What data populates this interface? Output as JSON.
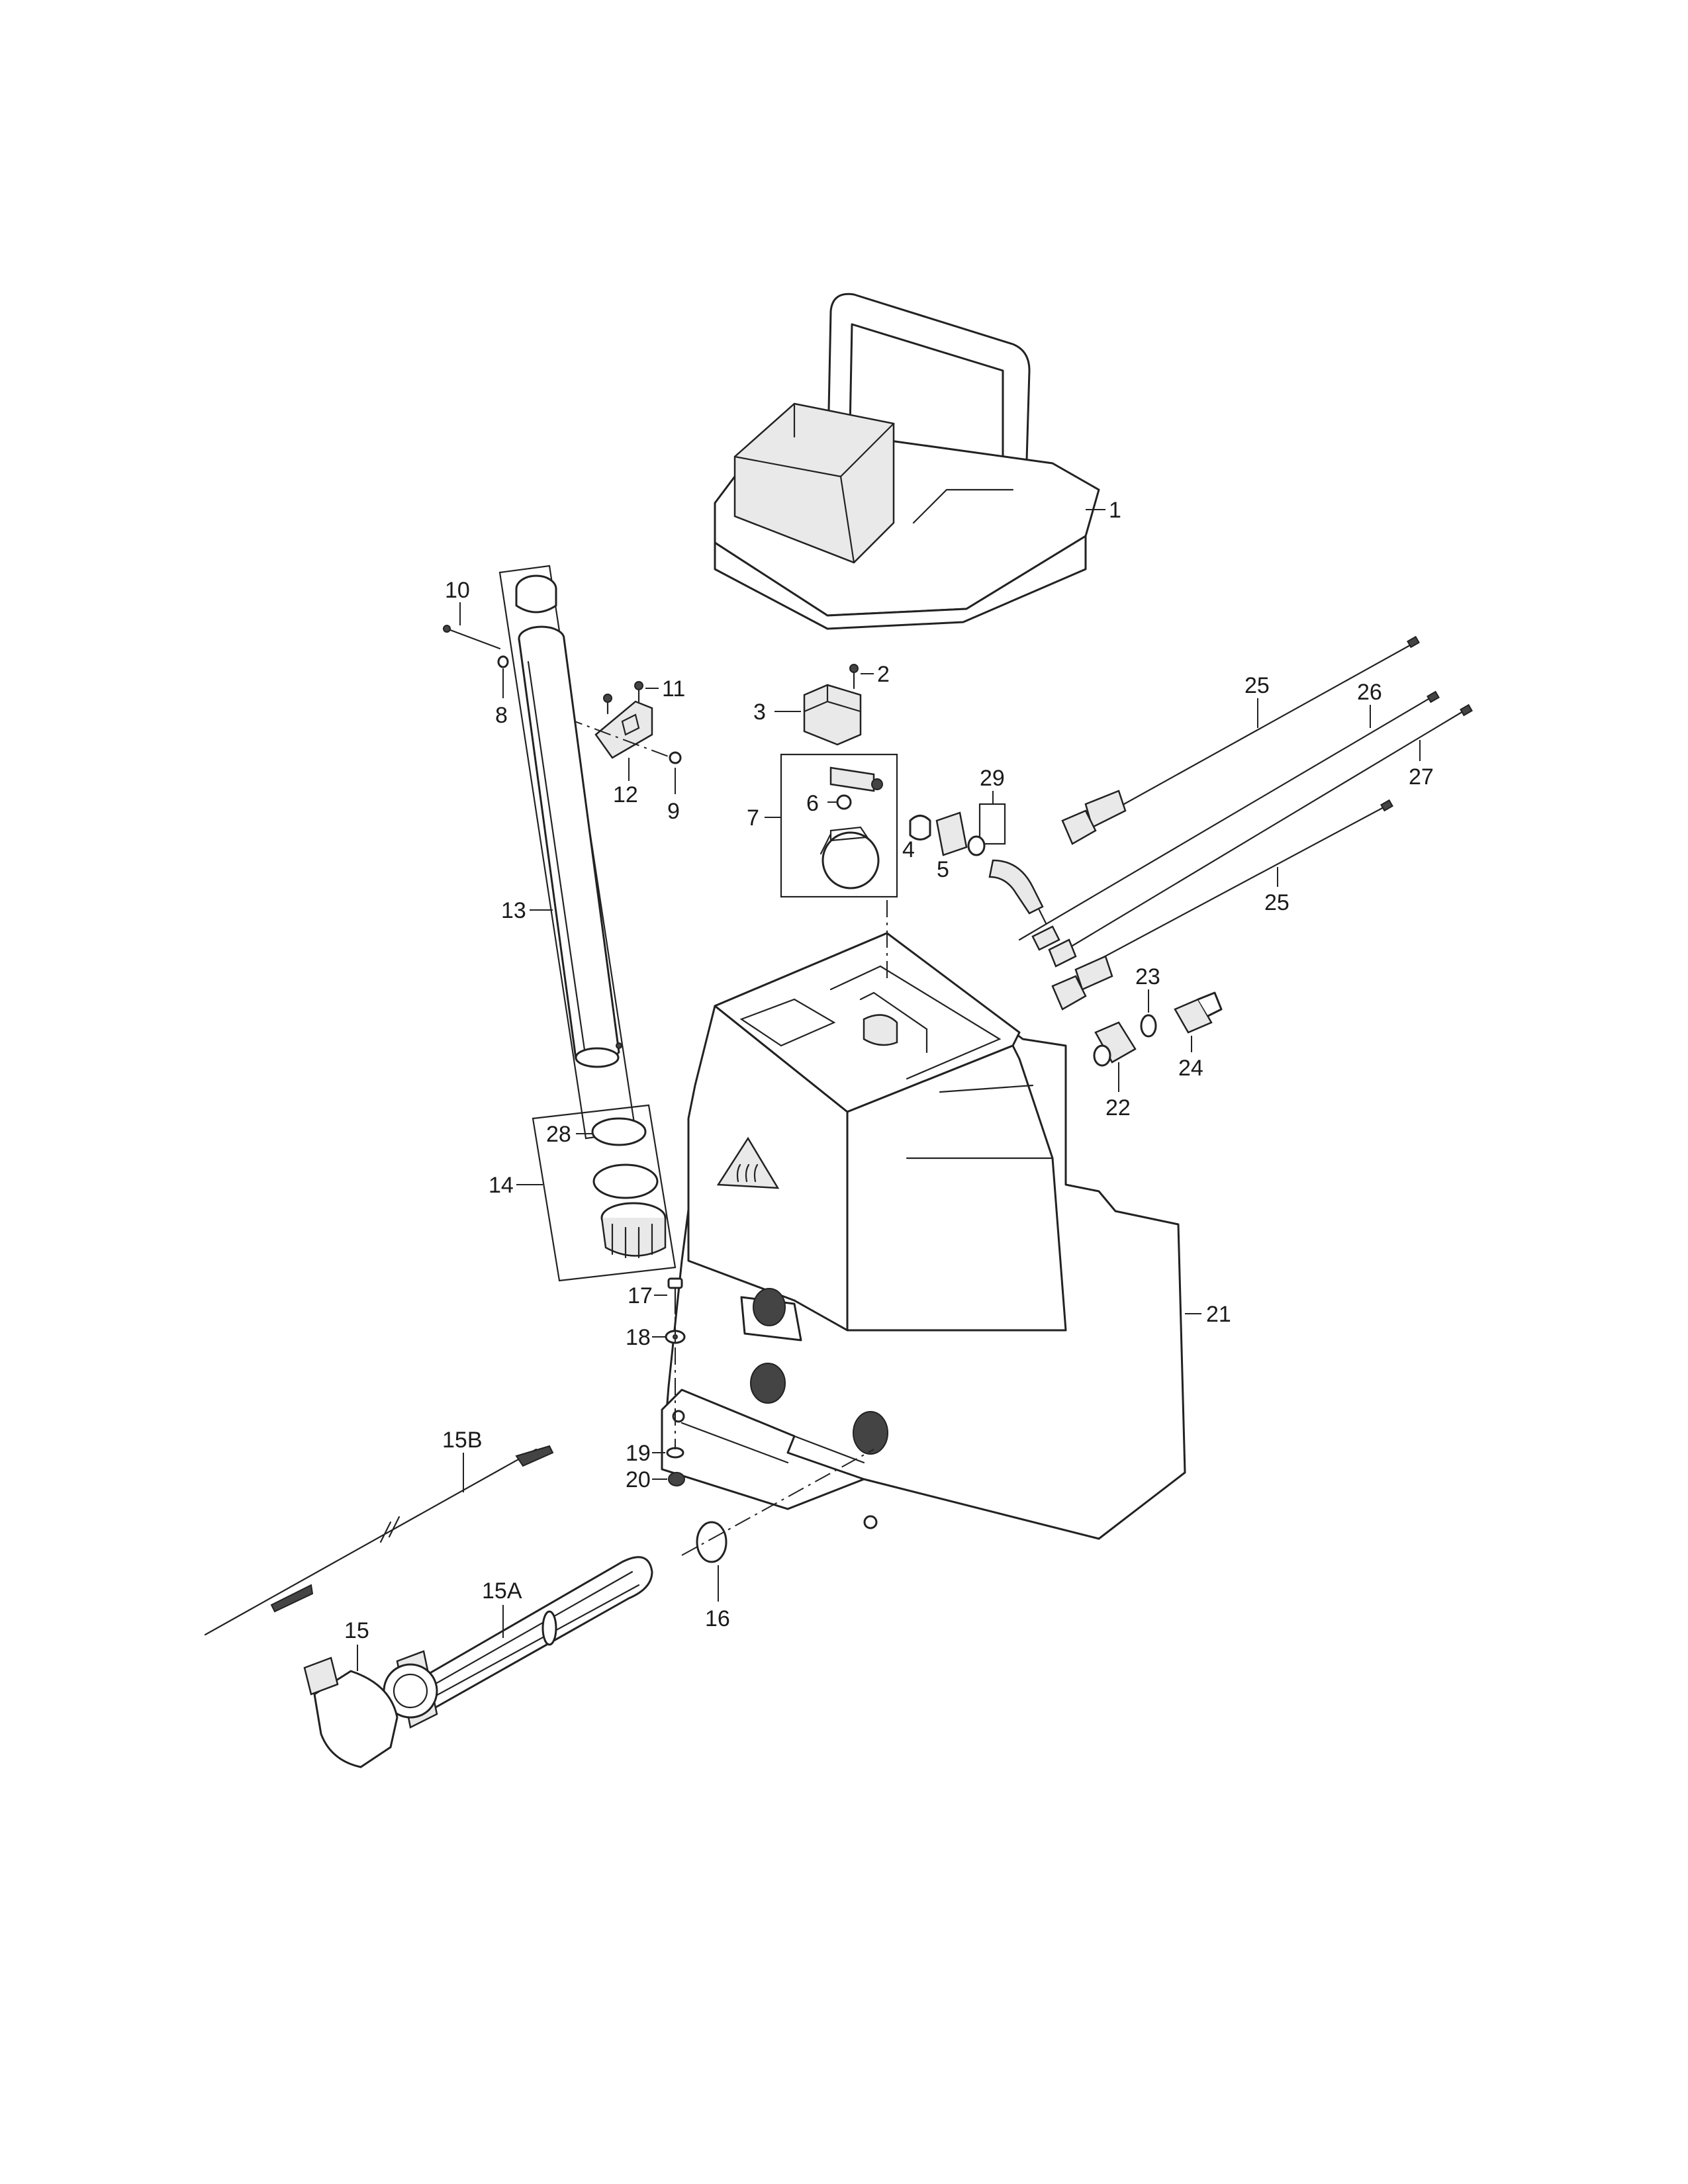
{
  "callouts": [
    {
      "id": "c1",
      "text": "1"
    },
    {
      "id": "c2",
      "text": "2"
    },
    {
      "id": "c3",
      "text": "3"
    },
    {
      "id": "c4",
      "text": "4"
    },
    {
      "id": "c5",
      "text": "5"
    },
    {
      "id": "c6",
      "text": "6"
    },
    {
      "id": "c7",
      "text": "7"
    },
    {
      "id": "c8",
      "text": "8"
    },
    {
      "id": "c9",
      "text": "9"
    },
    {
      "id": "c10",
      "text": "10"
    },
    {
      "id": "c11",
      "text": "11"
    },
    {
      "id": "c12",
      "text": "12"
    },
    {
      "id": "c13",
      "text": "13"
    },
    {
      "id": "c14",
      "text": "14"
    },
    {
      "id": "c15",
      "text": "15"
    },
    {
      "id": "c15a",
      "text": "15A"
    },
    {
      "id": "c15b",
      "text": "15B"
    },
    {
      "id": "c16",
      "text": "16"
    },
    {
      "id": "c17",
      "text": "17"
    },
    {
      "id": "c18",
      "text": "18"
    },
    {
      "id": "c19",
      "text": "19"
    },
    {
      "id": "c20",
      "text": "20"
    },
    {
      "id": "c21",
      "text": "21"
    },
    {
      "id": "c22",
      "text": "22"
    },
    {
      "id": "c23",
      "text": "23"
    },
    {
      "id": "c24",
      "text": "24"
    },
    {
      "id": "c25a",
      "text": "25"
    },
    {
      "id": "c25b",
      "text": "25"
    },
    {
      "id": "c26",
      "text": "26"
    },
    {
      "id": "c27",
      "text": "27"
    },
    {
      "id": "c28",
      "text": "28"
    },
    {
      "id": "c29",
      "text": "29"
    }
  ]
}
